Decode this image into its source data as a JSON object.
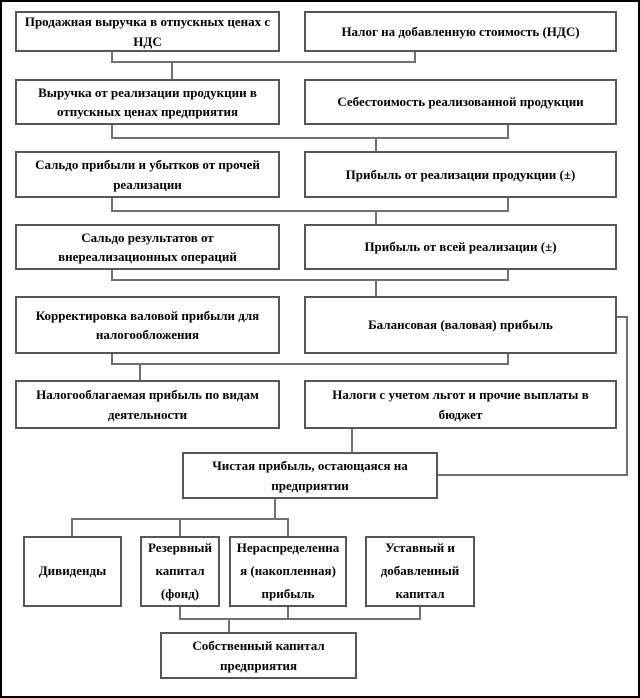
{
  "diagram": {
    "kind": "flowchart",
    "language": "ru",
    "colors": {
      "background": "#ffffff",
      "box_border": "#565656",
      "connector": "#707070",
      "text": "#000000",
      "page_border": "#000000"
    },
    "nodes": [
      {
        "id": "sales-revenue-with-vat",
        "label": "Продажная выручка в отпускных ценах с НДС"
      },
      {
        "id": "vat",
        "label": "Налог на добавленную стоимость (НДС)"
      },
      {
        "id": "sales-proceeds",
        "label": "Выручка от реализации продукции в отпускных ценах предприятия"
      },
      {
        "id": "cost-of-goods",
        "label": "Себестоимость реализованной продукции"
      },
      {
        "id": "other-sales-balance",
        "label": "Сальдо прибыли и убытков от прочей реализации"
      },
      {
        "id": "product-sales-profit",
        "label": "Прибыль от реализации продукции (±)"
      },
      {
        "id": "non-operating-balance",
        "label": "Сальдо результатов от внереализационных операций"
      },
      {
        "id": "total-sales-profit",
        "label": "Прибыль от всей реализации (±)"
      },
      {
        "id": "gross-profit-adjustment",
        "label": "Корректировка валовой прибыли для налогообложения"
      },
      {
        "id": "balance-gross-profit",
        "label": "Балансовая (валовая) прибыль"
      },
      {
        "id": "taxable-profit",
        "label": "Налогооблагаемая прибыль по видам деятельности"
      },
      {
        "id": "taxes-and-payments",
        "label": "Налоги с учетом льгот и прочие выплаты в бюджет"
      },
      {
        "id": "net-profit",
        "label": "Чистая прибыль, остающаяся на предприятии"
      },
      {
        "id": "dividends",
        "label": "Дивиденды"
      },
      {
        "id": "reserve-capital",
        "label": "Резервный капитал (фонд)"
      },
      {
        "id": "retained-profit",
        "label": "Нераспределенная (накопленная) прибыль"
      },
      {
        "id": "authorized-capital",
        "label": "Уставный и добавленный капитал"
      },
      {
        "id": "equity-capital",
        "label": "Собственный капитал предприятия"
      }
    ]
  }
}
